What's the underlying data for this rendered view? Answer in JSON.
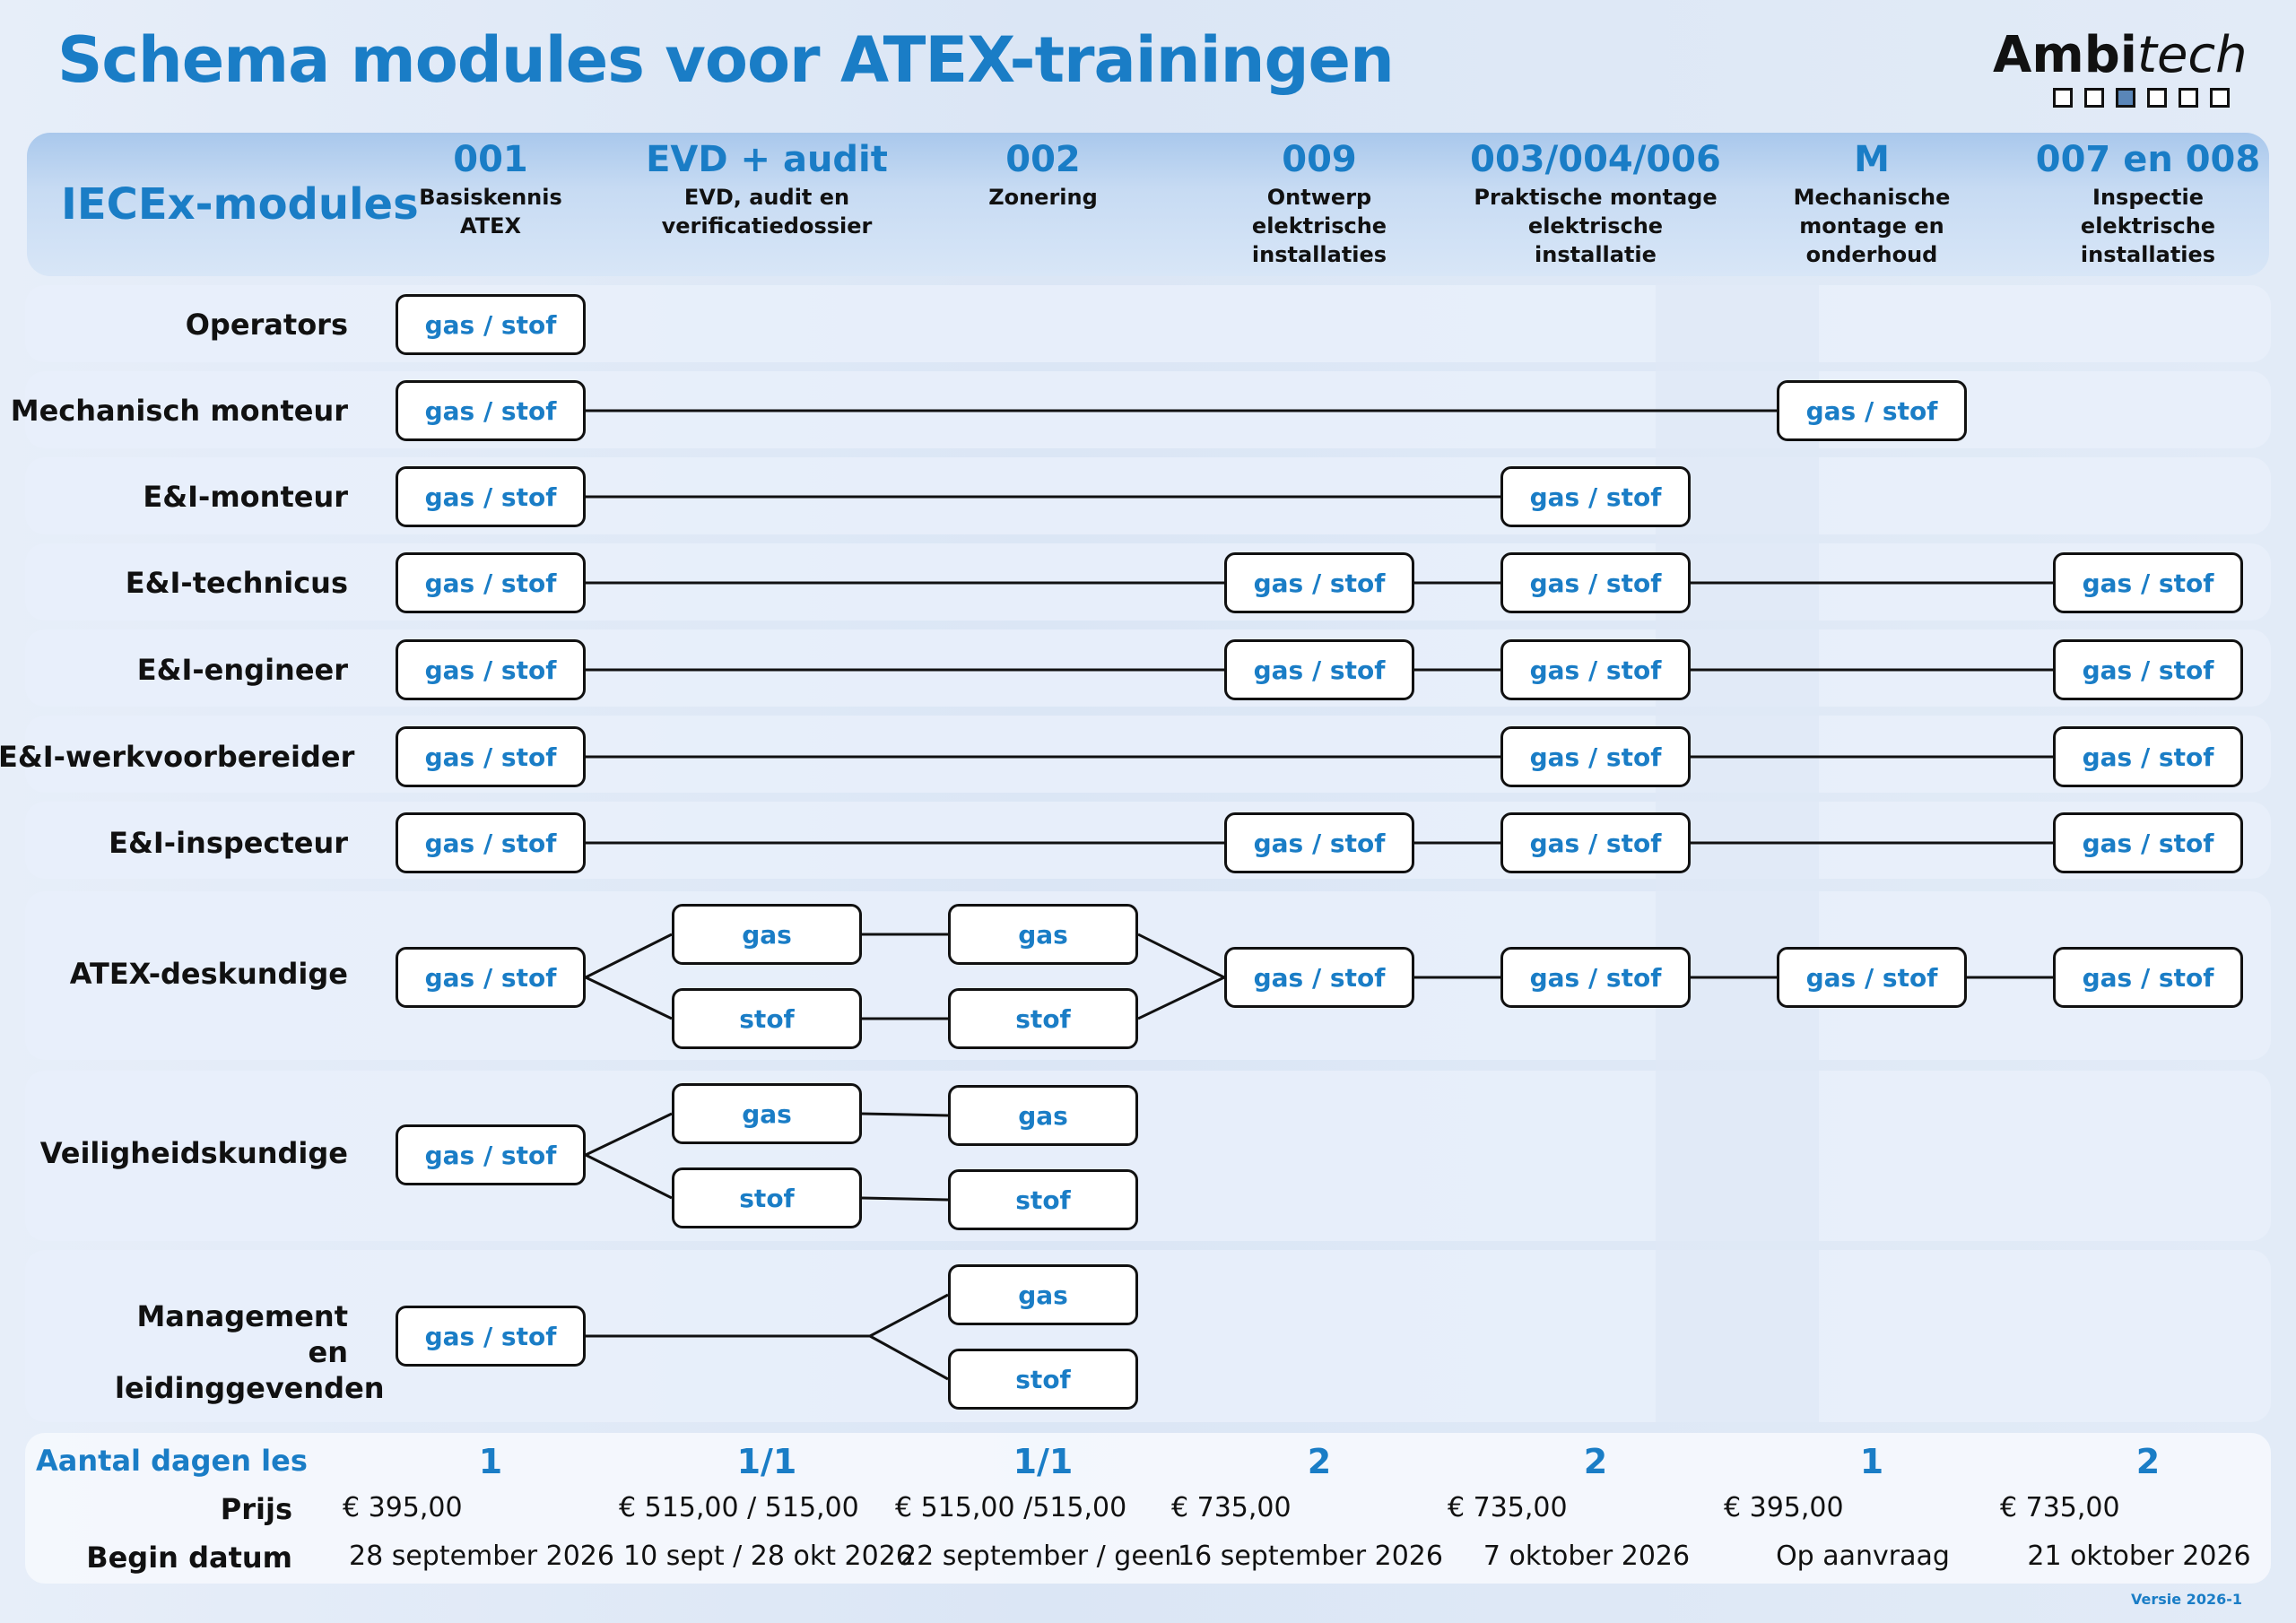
{
  "title": "Schema modules voor ATEX-trainingen",
  "logo": {
    "word_regular": "Ambi",
    "word_italic": "tech",
    "boxes": [
      false,
      false,
      true,
      false,
      false,
      false
    ]
  },
  "header": {
    "label": "IECEx-modules",
    "columns": [
      {
        "code": "001",
        "desc": "Basiskennis\nATEX"
      },
      {
        "code": "EVD + audit",
        "desc": "EVD, audit en\nverificatiedossier"
      },
      {
        "code": "002",
        "desc": "Zonering"
      },
      {
        "code": "009",
        "desc": "Ontwerp\nelektrische\ninstallaties"
      },
      {
        "code": "003/004/006",
        "desc": "Praktische montage\nelektrische\ninstallatie"
      },
      {
        "code": "M",
        "desc": "Mechanische\nmontage en\nonderhoud"
      },
      {
        "code": "007 en 008",
        "desc": "Inspectie\nelektrische\ninstallaties"
      }
    ]
  },
  "rows": [
    {
      "label": "Operators",
      "nodes": [
        {
          "col": 0,
          "text": "gas / stof"
        }
      ]
    },
    {
      "label": "Mechanisch monteur",
      "nodes": [
        {
          "col": 0,
          "text": "gas / stof"
        },
        {
          "col": 5,
          "text": "gas / stof"
        }
      ]
    },
    {
      "label": "E&I-monteur",
      "nodes": [
        {
          "col": 0,
          "text": "gas / stof"
        },
        {
          "col": 4,
          "text": "gas / stof"
        }
      ]
    },
    {
      "label": "E&I-technicus",
      "nodes": [
        {
          "col": 0,
          "text": "gas / stof"
        },
        {
          "col": 3,
          "text": "gas / stof"
        },
        {
          "col": 4,
          "text": "gas / stof"
        },
        {
          "col": 6,
          "text": "gas / stof"
        }
      ]
    },
    {
      "label": "E&I-engineer",
      "nodes": [
        {
          "col": 0,
          "text": "gas / stof"
        },
        {
          "col": 3,
          "text": "gas / stof"
        },
        {
          "col": 4,
          "text": "gas / stof"
        },
        {
          "col": 6,
          "text": "gas / stof"
        }
      ]
    },
    {
      "label": "E&I-werkvoorbereider",
      "nodes": [
        {
          "col": 0,
          "text": "gas / stof"
        },
        {
          "col": 4,
          "text": "gas / stof"
        },
        {
          "col": 6,
          "text": "gas / stof"
        }
      ]
    },
    {
      "label": "E&I-inspecteur",
      "nodes": [
        {
          "col": 0,
          "text": "gas / stof"
        },
        {
          "col": 3,
          "text": "gas / stof"
        },
        {
          "col": 4,
          "text": "gas / stof"
        },
        {
          "col": 6,
          "text": "gas / stof"
        }
      ]
    },
    {
      "label": "ATEX-deskundige",
      "nodes": [
        {
          "col": 0,
          "text": "gas / stof"
        },
        {
          "col": 1,
          "text": "gas"
        },
        {
          "col": 1,
          "text": "stof"
        },
        {
          "col": 2,
          "text": "gas"
        },
        {
          "col": 2,
          "text": "stof"
        },
        {
          "col": 3,
          "text": "gas / stof"
        },
        {
          "col": 4,
          "text": "gas / stof"
        },
        {
          "col": 5,
          "text": "gas / stof"
        },
        {
          "col": 6,
          "text": "gas / stof"
        }
      ]
    },
    {
      "label": "Veiligheidskundige",
      "nodes": [
        {
          "col": 0,
          "text": "gas / stof"
        },
        {
          "col": 1,
          "text": "gas"
        },
        {
          "col": 1,
          "text": "stof"
        },
        {
          "col": 2,
          "text": "gas"
        },
        {
          "col": 2,
          "text": "stof"
        }
      ]
    },
    {
      "label": "Management en leidinggevenden",
      "nodes": [
        {
          "col": 0,
          "text": "gas / stof"
        },
        {
          "col": 2,
          "text": "gas"
        },
        {
          "col": 2,
          "text": "stof"
        }
      ]
    }
  ],
  "footer": {
    "days_label": "Aantal dagen les",
    "price_label": "Prijs",
    "date_label": "Begin datum",
    "days": [
      "1",
      "1/1",
      "1/1",
      "2",
      "2",
      "1",
      "2"
    ],
    "prices": [
      "€  395,00",
      "€  515,00 / 515,00",
      "€  515,00 /515,00",
      "€  735,00",
      "€  735,00",
      "€  395,00",
      "€  735,00"
    ],
    "dates": [
      "28 september 2026",
      "10 sept / 28 okt 2026",
      "22 september / geen",
      "16 september 2026",
      "7 oktober 2026",
      "Op aanvraag",
      "21 oktober 2026"
    ]
  },
  "version": "Versie 2026-1",
  "colors": {
    "accent": "#1a7dc6",
    "text": "#111111",
    "band": "#e8effa",
    "pill_bg": "#ffffff"
  }
}
